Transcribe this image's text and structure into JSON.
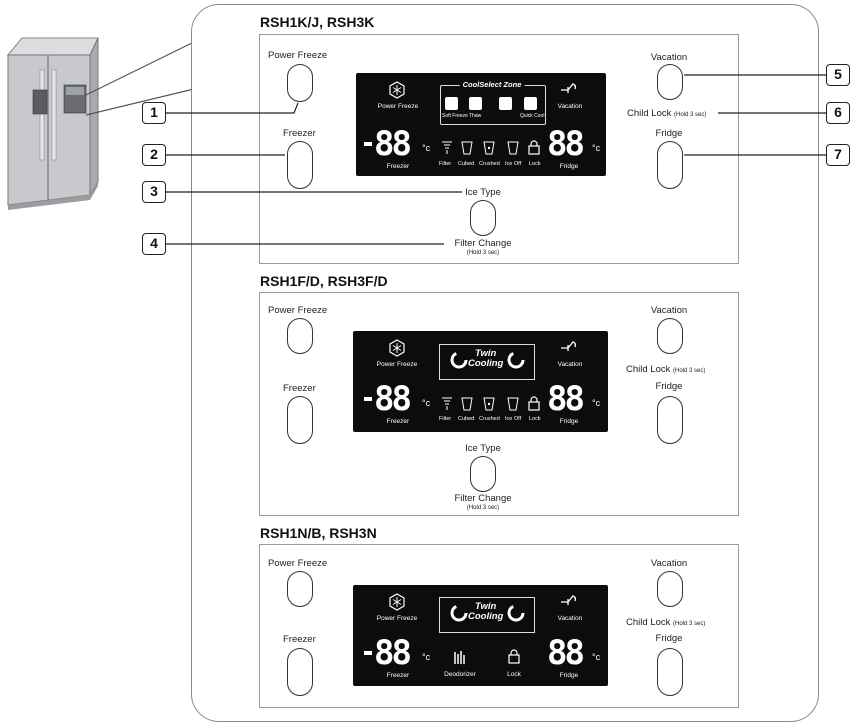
{
  "callouts": [
    "1",
    "2",
    "3",
    "4",
    "5",
    "6",
    "7"
  ],
  "sections": [
    {
      "title": "RSH1K/J, RSH3K",
      "labels": {
        "power_freeze": "Power Freeze",
        "freezer": "Freezer",
        "ice_type": "Ice Type",
        "filter_change": "Filter Change",
        "hold": "(Hold 3 sec)",
        "vacation": "Vacation",
        "child_lock": "Child Lock",
        "fridge": "Fridge"
      },
      "display": {
        "power_freeze": "Power Freeze",
        "vacation": "Vacation",
        "zone_title": "CoolSelect Zone",
        "zone_items": [
          "Soft Freeze",
          "Thaw",
          "Quick Cool"
        ],
        "freezer_digits": "88",
        "fridge_digits": "88",
        "degc": "°c",
        "freezer": "Freezer",
        "fridge": "Fridge",
        "icons": [
          "Filter",
          "Cubed",
          "Crushed",
          "Ice Off",
          "Lock"
        ]
      }
    },
    {
      "title": "RSH1F/D, RSH3F/D",
      "labels": {
        "power_freeze": "Power Freeze",
        "freezer": "Freezer",
        "ice_type": "Ice Type",
        "filter_change": "Filter Change",
        "hold": "(Hold 3 sec)",
        "vacation": "Vacation",
        "child_lock": "Child Lock",
        "fridge": "Fridge"
      },
      "display": {
        "power_freeze": "Power Freeze",
        "vacation": "Vacation",
        "twin_1": "Twin",
        "twin_2": "Cooling",
        "freezer_digits": "88",
        "fridge_digits": "88",
        "degc": "°c",
        "freezer": "Freezer",
        "fridge": "Fridge",
        "icons": [
          "Filter",
          "Cubed",
          "Crushed",
          "Ice Off",
          "Lock"
        ]
      }
    },
    {
      "title": "RSH1N/B, RSH3N",
      "labels": {
        "power_freeze": "Power Freeze",
        "freezer": "Freezer",
        "vacation": "Vacation",
        "child_lock": "Child Lock",
        "hold": "(Hold 3 sec)",
        "fridge": "Fridge"
      },
      "display": {
        "power_freeze": "Power Freeze",
        "vacation": "Vacation",
        "twin_1": "Twin",
        "twin_2": "Cooling",
        "freezer_digits": "88",
        "fridge_digits": "88",
        "degc": "°c",
        "freezer": "Freezer",
        "fridge": "Fridge",
        "icons": [
          "Deodorizer",
          "Lock"
        ]
      }
    }
  ]
}
